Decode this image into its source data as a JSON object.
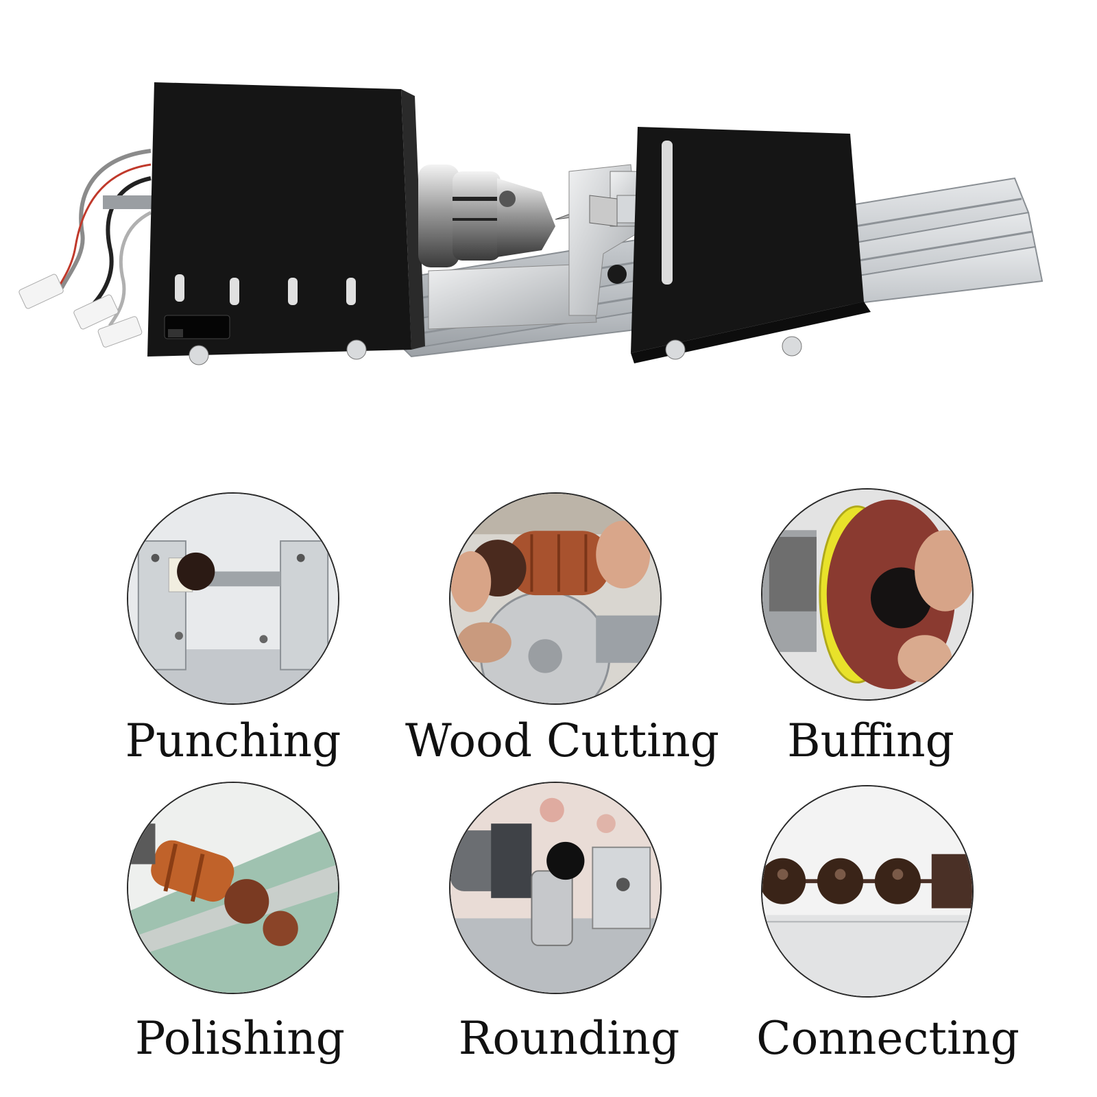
{
  "product": {
    "illustration": "mini-lathe-machine"
  },
  "features": [
    {
      "label": "Punching",
      "icon": "punching-photo"
    },
    {
      "label": "Wood Cutting",
      "icon": "wood-cutting-photo"
    },
    {
      "label": "Buffing",
      "icon": "buffing-photo"
    },
    {
      "label": "Polishing",
      "icon": "polishing-photo"
    },
    {
      "label": "Rounding",
      "icon": "rounding-photo"
    },
    {
      "label": "Connecting",
      "icon": "connecting-photo"
    }
  ],
  "colors": {
    "housing": "#151515",
    "aluminum": "#c9cdd1",
    "wood": "#a8522e",
    "bead_dark": "#3a2418",
    "sanding_yellow": "#e8e22a",
    "sanding_red": "#8a3a30"
  }
}
